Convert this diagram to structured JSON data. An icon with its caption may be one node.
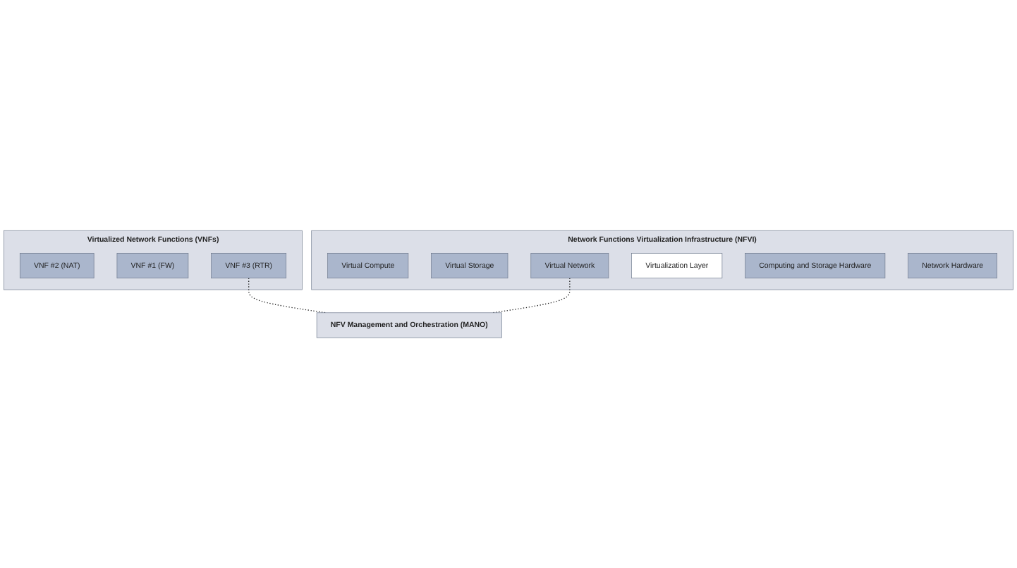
{
  "diagram": {
    "nodes": [
      {
        "text": [
          "Virtualized Network Functions (VNFs)"
        ]
      },
      {
        "text": [
          "VNF #2 (NAT)"
        ],
        "in": 0
      },
      {
        "text": [
          "VNF #1 (FW)"
        ],
        "in": 0
      },
      {
        "text": [
          "VNF #3 (RTR)"
        ],
        "in": 0
      },
      {
        "text": [
          "Network Functions Virtualization Infrastructure (NFVI)"
        ]
      },
      {
        "text": [
          "Virtual Compute"
        ],
        "in": 4
      },
      {
        "text": [
          "Virtual Storage"
        ],
        "in": 4
      },
      {
        "text": [
          "Virtual Network"
        ],
        "in": 4
      },
      {
        "text": [
          "Virtualization Layer"
        ],
        "in": 4
      },
      {
        "text": [
          "Computing and Storage Hardware"
        ],
        "in": 4
      },
      {
        "text": [
          "Network Hardware"
        ],
        "in": 4
      },
      {
        "text": [
          "NFV Management and Orchestration (MANO)"
        ]
      }
    ],
    "edges": [
      {
        "from": 3,
        "to": 11,
        "arrow": "none",
        "style": "dashed"
      },
      {
        "from": 7,
        "to": 11,
        "arrow": "none",
        "style": "dashed"
      }
    ]
  }
}
